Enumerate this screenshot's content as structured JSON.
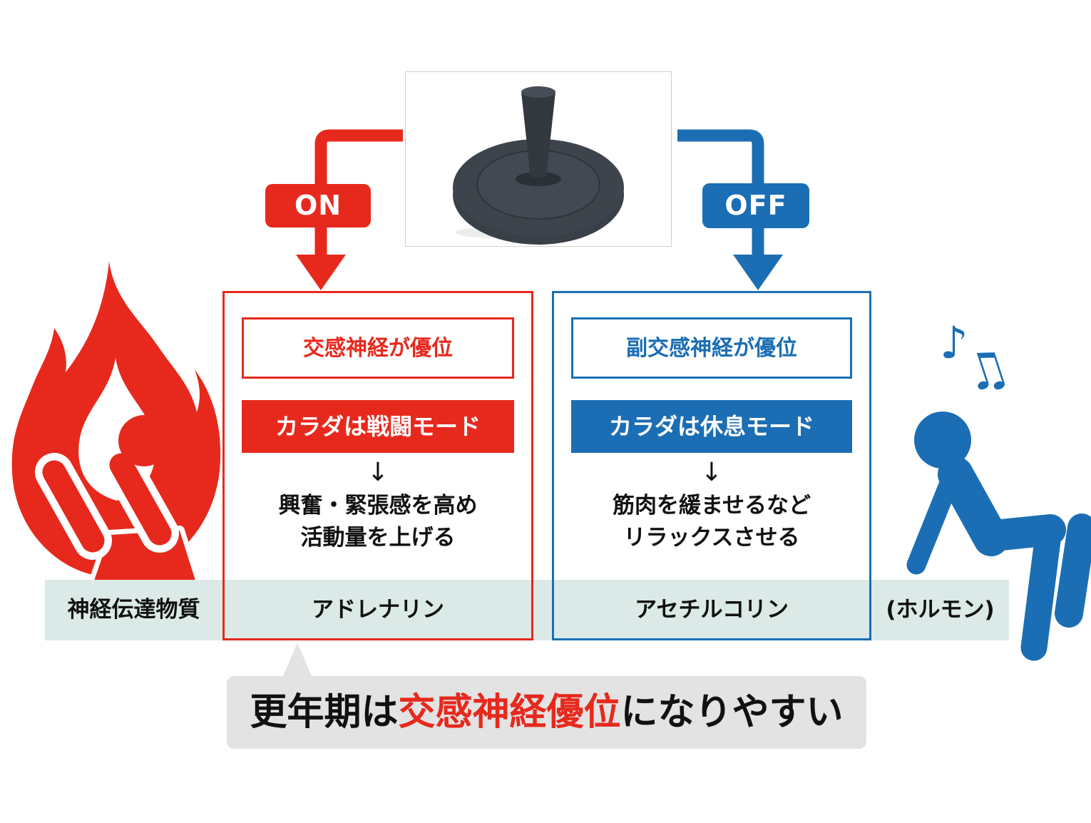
{
  "colors": {
    "red": "#e7291d",
    "blue": "#1b6eb4",
    "band_bg": "#dbe9e7",
    "callout_bg": "#e3e3e3",
    "text": "#111111"
  },
  "switch": {
    "on_label": "ON",
    "off_label": "OFF"
  },
  "panels": {
    "sympathetic": {
      "header": "交感神経が優位",
      "mode": "カラダは戦闘モード",
      "arrow": "↓",
      "desc_lines": [
        "興奮・緊張感を高め",
        "活動量を上げる"
      ]
    },
    "parasympathetic": {
      "header": "副交感神経が優位",
      "mode": "カラダは休息モード",
      "arrow": "↓",
      "desc_lines": [
        "筋肉を緩ませるなど",
        "リラックスさせる"
      ]
    }
  },
  "band": {
    "row_label": "神経伝達物質",
    "sympathetic_value": "アドレナリン",
    "parasympathetic_value": "アセチルコリン",
    "note": "(ホルモン)"
  },
  "callout": {
    "prefix": "更年期は",
    "highlight": "交感神経優位",
    "suffix": "になりやすい"
  },
  "music": {
    "note1": "♪",
    "note2": "♫"
  }
}
